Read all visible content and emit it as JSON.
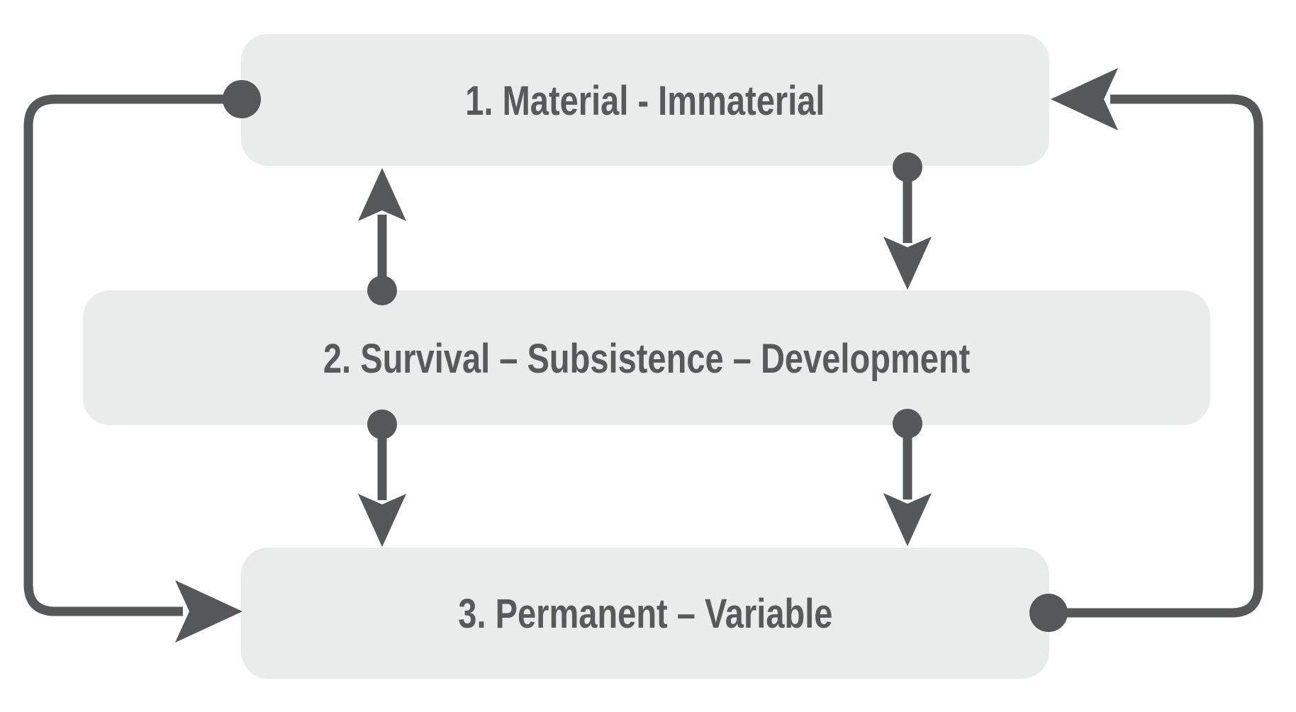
{
  "diagram": {
    "boxes": [
      {
        "id": "box-1",
        "label": "1. Material - Immaterial"
      },
      {
        "id": "box-2",
        "label": "2. Survival – Subsistence – Development"
      },
      {
        "id": "box-3",
        "label": "3. Permanent – Variable"
      }
    ],
    "connectors": [
      {
        "from": "box-1",
        "to": "box-3",
        "route": "left-outer-loop",
        "start_marker": "dot",
        "end_marker": "arrowhead"
      },
      {
        "from": "box-3",
        "to": "box-1",
        "route": "right-outer-loop",
        "start_marker": "dot",
        "end_marker": "arrowhead"
      },
      {
        "from": "box-2",
        "to": "box-1",
        "route": "vertical-left",
        "direction": "up",
        "start_marker": "dot",
        "end_marker": "arrowhead"
      },
      {
        "from": "box-1",
        "to": "box-2",
        "route": "vertical-right",
        "direction": "down",
        "start_marker": "dot",
        "end_marker": "arrowhead"
      },
      {
        "from": "box-2",
        "to": "box-3",
        "route": "vertical-left",
        "direction": "down",
        "start_marker": "dot",
        "end_marker": "arrowhead"
      },
      {
        "from": "box-2",
        "to": "box-3",
        "route": "vertical-right",
        "direction": "down",
        "start_marker": "dot",
        "end_marker": "arrowhead"
      }
    ],
    "colors": {
      "background": "#ffffff",
      "box_fill": "#eaebeb",
      "line": "#565758",
      "text": "#58595b"
    }
  }
}
